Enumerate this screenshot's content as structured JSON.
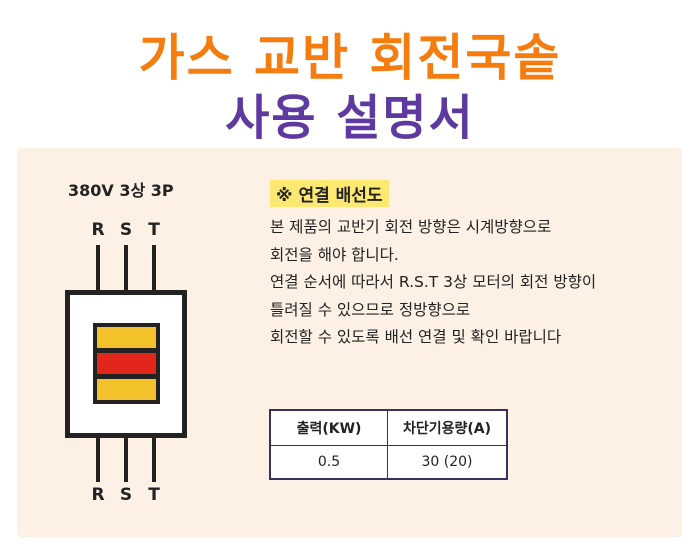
{
  "title": {
    "line1": "가스 교반 회전국솥",
    "line2": "사용 설명서"
  },
  "diagram": {
    "spec": "380V 3상 3P",
    "top_labels": [
      "R",
      "S",
      "T"
    ],
    "bottom_labels": [
      "R",
      "S",
      "T"
    ],
    "colors": {
      "bar_yellow": "#f3c22a",
      "bar_red": "#e2261c"
    }
  },
  "info": {
    "heading": "※ 연결 배선도",
    "lines": [
      "본 제품의 교반기 회전 방향은 시계방향으로",
      "회전을 해야 합니다.",
      "연결 순서에 따라서 R.S.T 3상 모터의 회전 방향이",
      "틀려질 수 있으므로 정방향으로",
      "회전할 수 있도록 배선 연결 및 확인 바랍니다"
    ]
  },
  "table": {
    "headers": [
      "출력(KW)",
      "차단기용량(A)"
    ],
    "rows": [
      [
        "0.5",
        "30 (20)"
      ]
    ]
  }
}
